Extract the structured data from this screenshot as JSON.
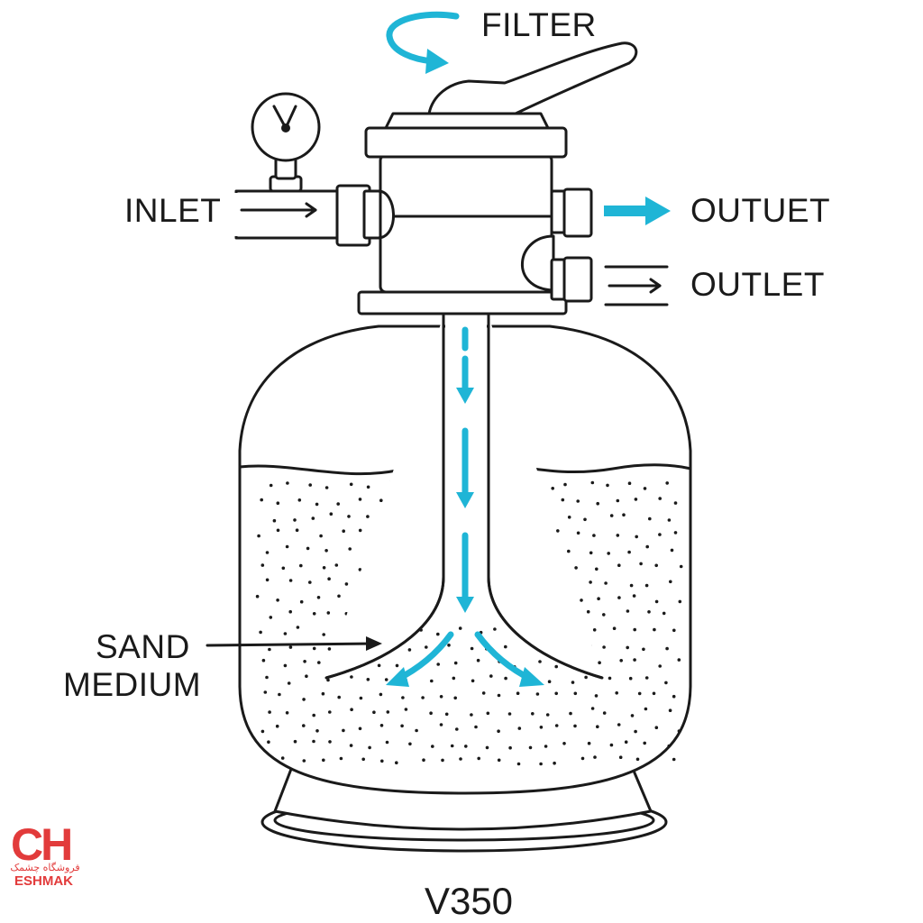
{
  "labels": {
    "filter": "FILTER",
    "inlet": "INLET",
    "outuet": "OUTUET",
    "outlet": "OUTLET",
    "sand_line1": "SAND",
    "sand_line2": "MEDIUM",
    "model": "V350"
  },
  "logo": {
    "mark": "CH",
    "script_text": "فروشگاه چشمک",
    "brand": "ESHMAK"
  },
  "colors": {
    "flow_arrow": "#1fb5d6",
    "logo_red": "#e23b3b",
    "line": "#1a1a1a"
  }
}
